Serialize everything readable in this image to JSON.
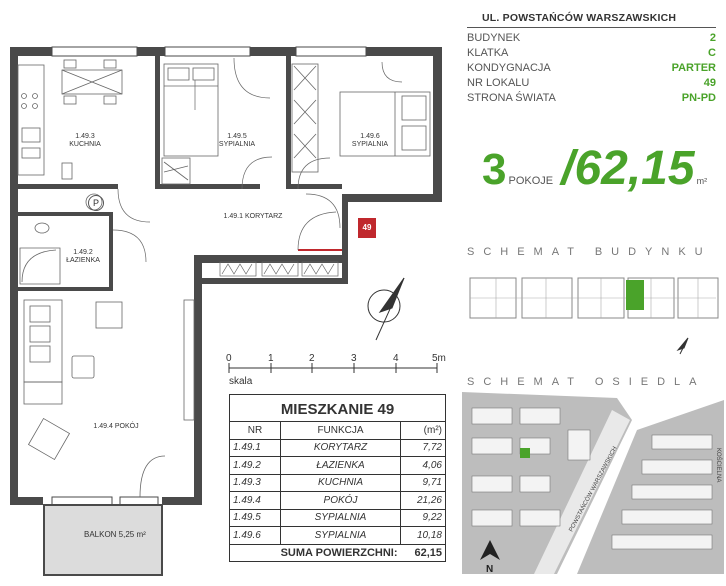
{
  "header": {
    "street": "UL. POWSTAŃCÓW WARSZAWSKICH",
    "rows": [
      {
        "label": "BUDYNEK",
        "value": "2"
      },
      {
        "label": "KLATKA",
        "value": "C"
      },
      {
        "label": "KONDYGNACJA",
        "value": "PARTER"
      },
      {
        "label": "NR LOKALU",
        "value": "49"
      },
      {
        "label": "STRONA ŚWIATA",
        "value": "PN-PD"
      }
    ],
    "rooms_count": "3",
    "rooms_word": "POKOJE",
    "slash": "/",
    "area": "62,15",
    "area_unit": "m²"
  },
  "schemat_budynku": "SCHEMAT BUDYNKU",
  "schemat_osiedla": "SCHEMAT OSIEDLA",
  "site_map": {
    "street1": "POWSTAŃCÓW WARSZAWSKICH",
    "street2": "KOŚCIELNA",
    "north": "N"
  },
  "plan": {
    "rooms": [
      {
        "nr": "1.49.3",
        "name": "KUCHNIA"
      },
      {
        "nr": "1.49.5",
        "name": "SYPIALNIA"
      },
      {
        "nr": "1.49.6",
        "name": "SYPIALNIA"
      },
      {
        "nr": "1.49.1",
        "name": "KORYTARZ"
      },
      {
        "nr": "1.49.2",
        "name": "ŁAZIENKA"
      },
      {
        "nr": "1.49.4",
        "name": "POKÓJ"
      }
    ],
    "balcony": "BALKON 5,25 m²",
    "unit_badge": "49",
    "parking_sign": "P"
  },
  "scale": {
    "ticks": [
      "0",
      "1",
      "2",
      "3",
      "4",
      "5m"
    ],
    "label": "skala"
  },
  "table": {
    "title": "MIESZKANIE 49",
    "headers": [
      "NR",
      "FUNKCJA",
      "(m²)"
    ],
    "rows": [
      {
        "nr": "1.49.1",
        "fn": "KORYTARZ",
        "area": "7,72"
      },
      {
        "nr": "1.49.2",
        "fn": "ŁAZIENKA",
        "area": "4,06"
      },
      {
        "nr": "1.49.3",
        "fn": "KUCHNIA",
        "area": "9,71"
      },
      {
        "nr": "1.49.4",
        "fn": "POKÓJ",
        "area": "21,26"
      },
      {
        "nr": "1.49.5",
        "fn": "SYPIALNIA",
        "area": "9,22"
      },
      {
        "nr": "1.49.6",
        "fn": "SYPIALNIA",
        "area": "10,18"
      }
    ],
    "sum_label": "SUMA POWIERZCHNI:",
    "sum_value": "62,15"
  },
  "colors": {
    "accent": "#4aa32a",
    "wall": "#4a4a4a",
    "badge": "#c0282d"
  }
}
